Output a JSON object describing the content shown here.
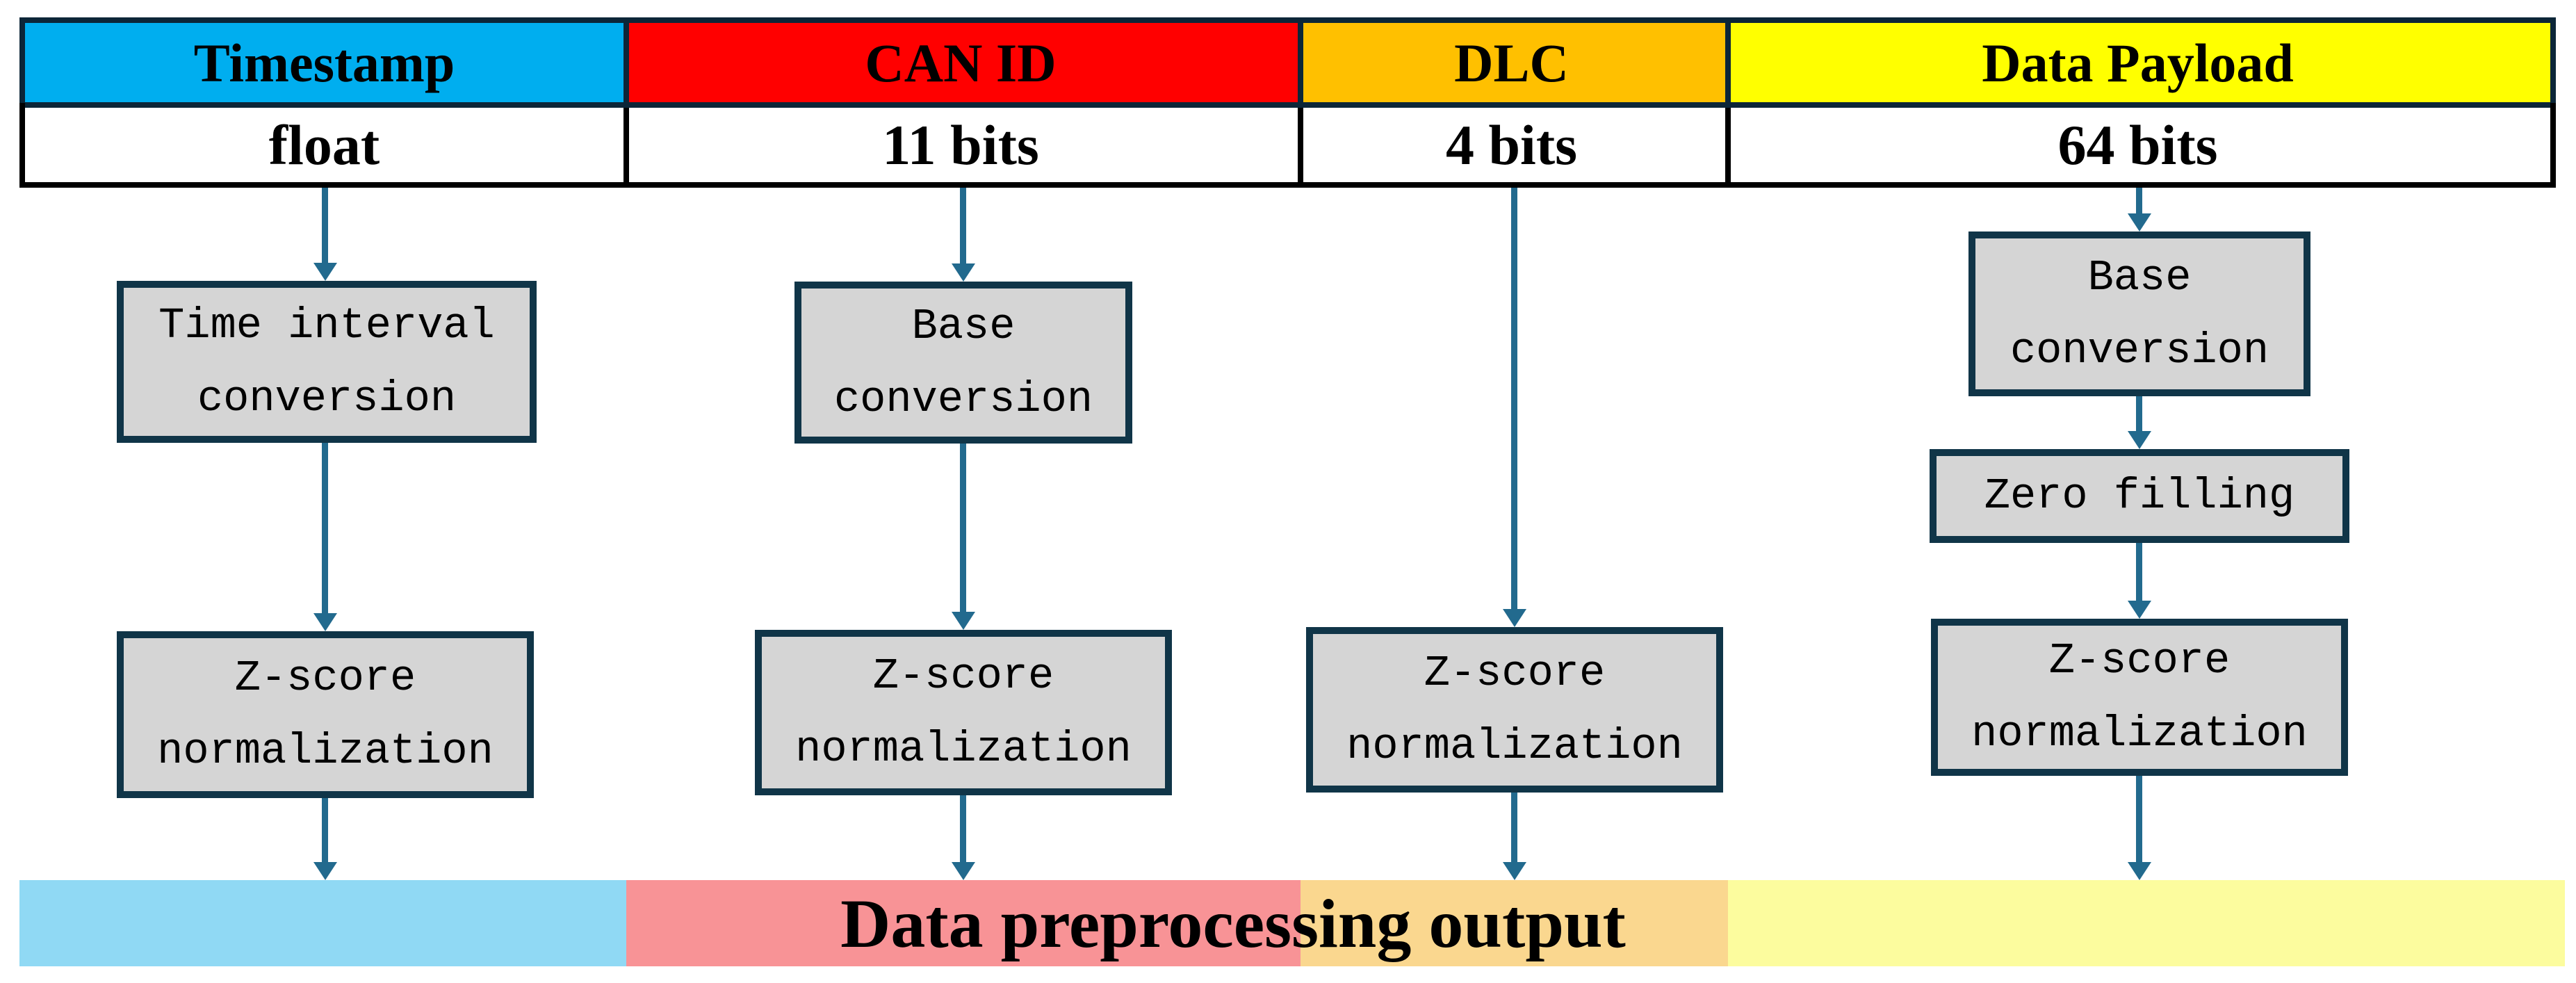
{
  "columns": [
    {
      "header": "Timestamp",
      "value": "float",
      "header_color": "#00AEEF",
      "band_color": "#90D9F4",
      "steps": [
        "Time interval conversion",
        "Z-score normalization"
      ]
    },
    {
      "header": "CAN ID",
      "value": "11 bits",
      "header_color": "#FF0000",
      "band_color": "#F89396",
      "steps": [
        "Base conversion",
        "Z-score normalization"
      ]
    },
    {
      "header": "DLC",
      "value": "4 bits",
      "header_color": "#FFC000",
      "band_color": "#FAD78F",
      "steps": [
        "Z-score normalization"
      ]
    },
    {
      "header": "Data Payload",
      "value": "64 bits",
      "header_color": "#FFFF00",
      "band_color": "#FCFC9E",
      "steps": [
        "Base conversion",
        "Zero filling",
        "Z-score normalization"
      ]
    }
  ],
  "output_label": "Data preprocessing output",
  "colors": {
    "arrow": "#226A8E",
    "box_border": "#103548",
    "box_fill": "#D5D5D5",
    "table_border": "#0C2638",
    "row_divider": "#000000",
    "value_bg": "#FFFFFF"
  }
}
